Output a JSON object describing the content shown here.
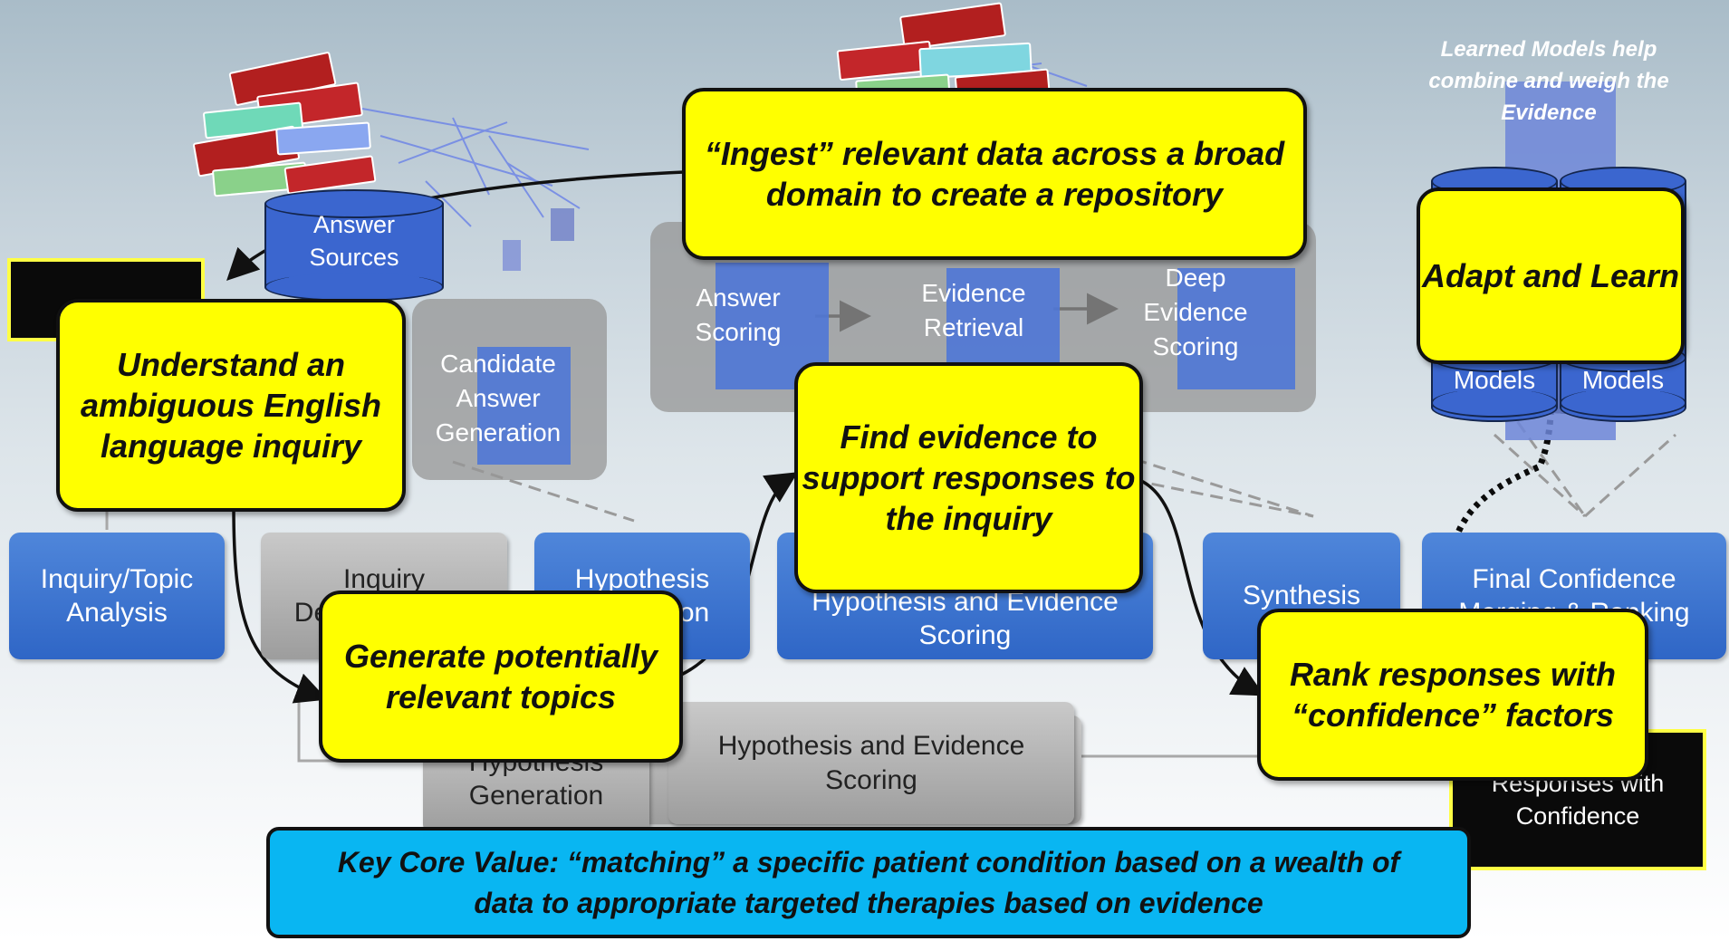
{
  "learned_models_text": "Learned Models help combine and weigh the Evidence",
  "answer_sources": "Answer Sources",
  "candidate_answer_generation": "Candidate Answer Generation",
  "top_panel": {
    "answer_scoring": "Answer Scoring",
    "evidence_retrieval": "Evidence Retrieval",
    "deep_evidence_scoring": "Deep Evidence Scoring"
  },
  "models": [
    "Models",
    "Models"
  ],
  "pipeline": {
    "inquiry_topic_analysis": "Inquiry/Topic Analysis",
    "inquiry_decomposition": "Inquiry Decomposition",
    "hypothesis_generation": "Hypothesis Generation",
    "hypothesis_evidence_scoring": "Hypothesis and Evidence Scoring",
    "synthesis": "Synthesis",
    "final_confidence": "Final Confidence Merging & Ranking"
  },
  "lower": {
    "hypothesis_generation": "Hypothesis Generation",
    "hypothesis_evidence_scoring": "Hypothesis and Evidence Scoring"
  },
  "responses_with_confidence": "Responses with Confidence",
  "callouts": {
    "ingest": "“Ingest” relevant data across a broad domain to create a repository",
    "adapt": "Adapt and Learn",
    "understand": "Understand an ambiguous English language inquiry",
    "find_evidence": "Find evidence to support responses to the inquiry",
    "generate_topics": "Generate potentially relevant topics",
    "rank": "Rank responses with “confidence” factors"
  },
  "key_core_value": "Key Core Value: “matching” a specific patient condition based on a wealth of data to appropriate targeted therapies based on evidence",
  "colors": {
    "callout_fill": "#ffff00",
    "pipeline_blue": "#3a6fd0",
    "key_value_fill": "#09b6f2",
    "panel_gray": "#969696"
  }
}
